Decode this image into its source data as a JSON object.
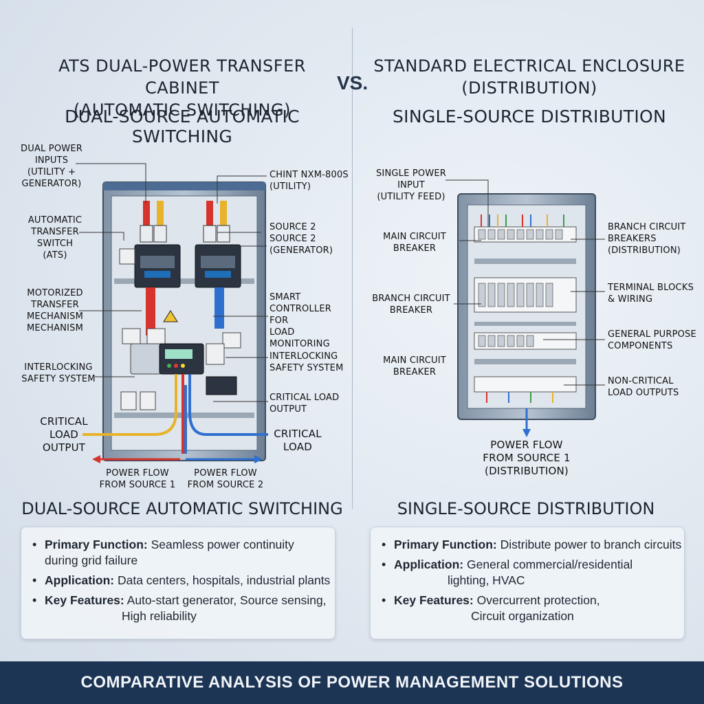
{
  "vs": "VS.",
  "left": {
    "title_line1": "ATS DUAL-POWER TRANSFER CABINET",
    "title_line2": "(AUTOMATIC SWITCHING)",
    "subtitle": "DUAL-SOURCE AUTOMATIC SWITCHING",
    "labels": {
      "dual_inputs": [
        "DUAL POWER",
        "INPUTS",
        "(UTILITY +",
        "GENERATOR)"
      ],
      "ats": [
        "AUTOMATIC",
        "TRANSFER",
        "SWITCH",
        "(ATS)"
      ],
      "motorized": [
        "MOTORIZED",
        "TRANSFER",
        "MECHANISM",
        "MECHANISM"
      ],
      "interlock_left": [
        "INTERLOCKING",
        "SAFETY SYSTEM"
      ],
      "critical_output_left": [
        "CRITICAL",
        "LOAD",
        "OUTPUT"
      ],
      "chint": [
        "CHINT NXM-800S",
        "(UTILITY)"
      ],
      "source2": [
        "SOURCE 2",
        "SOURCE 2",
        "(GENERATOR)"
      ],
      "smart": [
        "SMART",
        "CONTROLLER FOR",
        "LOAD MONITORING"
      ],
      "interlock_right": [
        "INTERLOCKING",
        "SAFETY SYSTEM"
      ],
      "critical_output_right": [
        "CRITICAL LOAD",
        "OUTPUT"
      ],
      "critical_load": [
        "CRITICAL",
        "LOAD"
      ],
      "flow1": [
        "POWER FLOW",
        "FROM SOURCE 1"
      ],
      "flow2": [
        "POWER FLOW",
        "FROM SOURCE 2"
      ]
    },
    "bottom_title": "DUAL-SOURCE AUTOMATIC SWITCHING",
    "card": {
      "primary_label": "Primary Function:",
      "primary_value": "Seamless power continuity",
      "primary_value2": "during grid failure",
      "application_label": "Application:",
      "application_value": "Data centers, hospitals, industrial plants",
      "features_label": "Key Features:",
      "features_value": "Auto-start generator, Source sensing,",
      "features_value2": "High reliability"
    }
  },
  "right": {
    "title_line1": "STANDARD ELECTRICAL ENCLOSURE",
    "title_line2": "(DISTRIBUTION)",
    "subtitle": "SINGLE-SOURCE DISTRIBUTION",
    "labels": {
      "single_input": [
        "SINGLE POWER INPUT",
        "(UTILITY FEED)"
      ],
      "main_breaker_1": [
        "MAIN CIRCUIT",
        "BREAKER"
      ],
      "branch_breaker": [
        "BRANCH CIRCUIT",
        "BREAKER"
      ],
      "main_breaker_2": [
        "MAIN CIRCUIT",
        "BREAKER"
      ],
      "branch_breakers": [
        "BRANCH CIRCUIT",
        "BREAKERS",
        "(DISTRIBUTION)"
      ],
      "terminal": [
        "TERMINAL BLOCKS",
        "& WIRING"
      ],
      "general": [
        "GENERAL PURPOSE",
        "COMPONENTS"
      ],
      "noncritical": [
        "NON-CRITICAL",
        "LOAD OUTPUTS"
      ],
      "flow": [
        "POWER FLOW",
        "FROM SOURCE 1",
        "(DISTRIBUTION)"
      ]
    },
    "bottom_title": "SINGLE-SOURCE DISTRIBUTION",
    "card": {
      "primary_label": "Primary Function:",
      "primary_value": "Distribute power to branch circuits",
      "application_label": "Application:",
      "application_value": "General commercial/residential",
      "application_value2": "lighting, HVAC",
      "features_label": "Key Features:",
      "features_value": "Overcurrent protection,",
      "features_value2": "Circuit organization"
    }
  },
  "footer": "COMPARATIVE ANALYSIS OF POWER MANAGEMENT SOLUTIONS",
  "colors": {
    "cabinet_frame": "#6d7f94",
    "cabinet_inner": "#dfe5ec",
    "busbar_red": "#d6342c",
    "busbar_blue": "#2f6fcf",
    "busbar_yellow": "#e8b22a",
    "footer_bg": "#1d3555"
  }
}
